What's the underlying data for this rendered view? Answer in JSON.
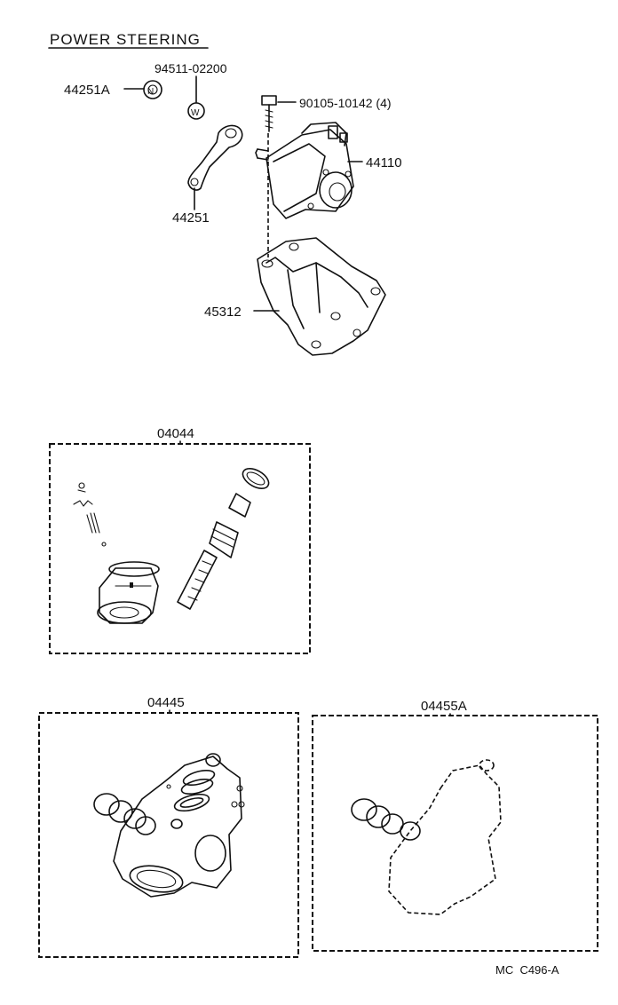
{
  "title": "POWER STEERING",
  "parts": {
    "adjust_nut": "44251A",
    "washer_number": "94511-02200",
    "washer_symbol": "W",
    "pitman_arm": "44251",
    "bolt": "90105-10142 (4)",
    "gear_assembly": "44110",
    "bracket": "45312"
  },
  "kits": {
    "kit_a": "04044",
    "kit_b": "04445",
    "kit_c": "04455A"
  },
  "footer_code": "MC  C496-A"
}
